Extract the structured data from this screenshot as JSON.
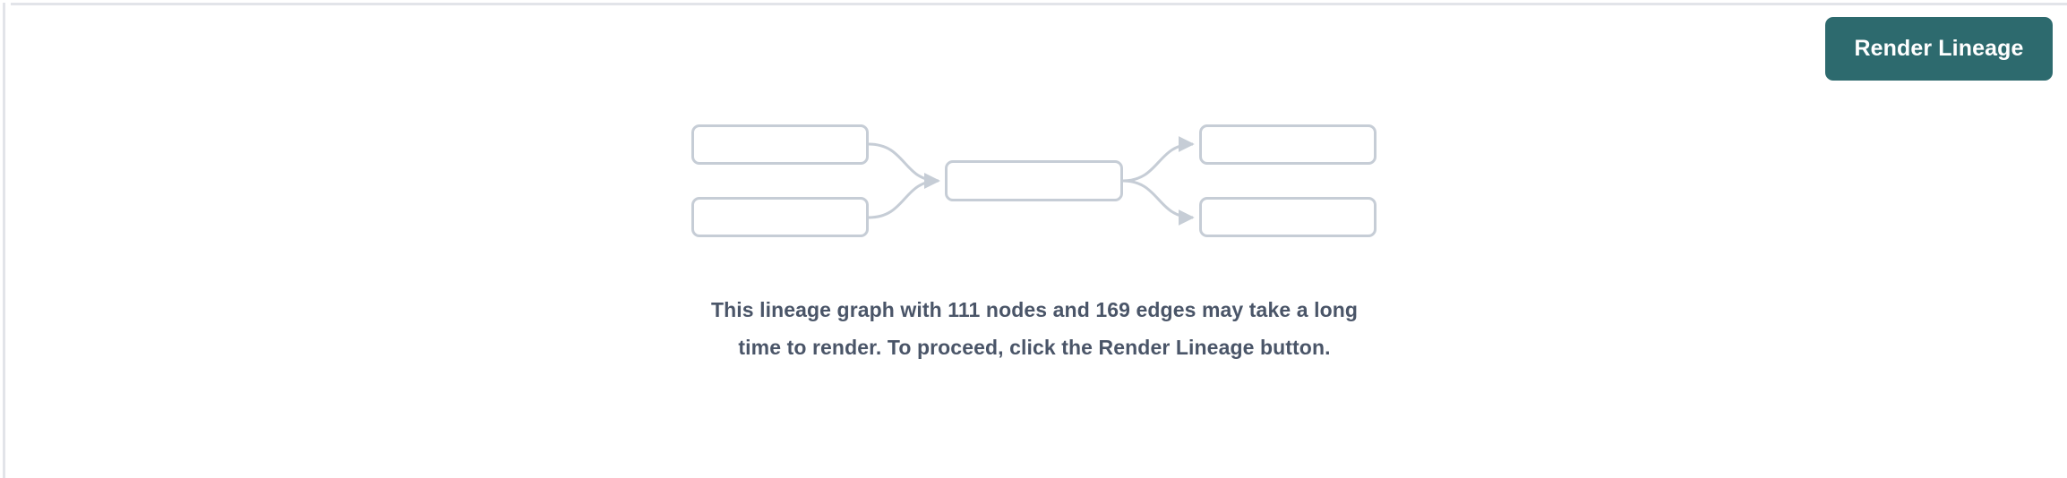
{
  "window": {
    "background_color": "#ffffff",
    "border_color": "#e2e4e9"
  },
  "toolbar": {
    "render_lineage_label": "Render Lineage",
    "render_lineage_color": "#2d6a6e",
    "render_lineage_text_color": "#ffffff"
  },
  "placeholder_graph": {
    "node_border_color": "#c6cdd6",
    "edge_color": "#c6cdd6",
    "nodes": [
      {
        "id": "left-top",
        "label": ""
      },
      {
        "id": "left-bottom",
        "label": ""
      },
      {
        "id": "center",
        "label": ""
      },
      {
        "id": "right-top",
        "label": ""
      },
      {
        "id": "right-bottom",
        "label": ""
      }
    ],
    "edges": [
      {
        "from": "left-top",
        "to": "center"
      },
      {
        "from": "left-bottom",
        "to": "center"
      },
      {
        "from": "center",
        "to": "right-top"
      },
      {
        "from": "center",
        "to": "right-bottom"
      }
    ]
  },
  "message": {
    "node_count": "111",
    "edge_count": "169",
    "text": "This lineage graph with 111 nodes and 169 edges may take a long time to render. To proceed, click the Render Lineage button.",
    "color": "#4a5568"
  }
}
